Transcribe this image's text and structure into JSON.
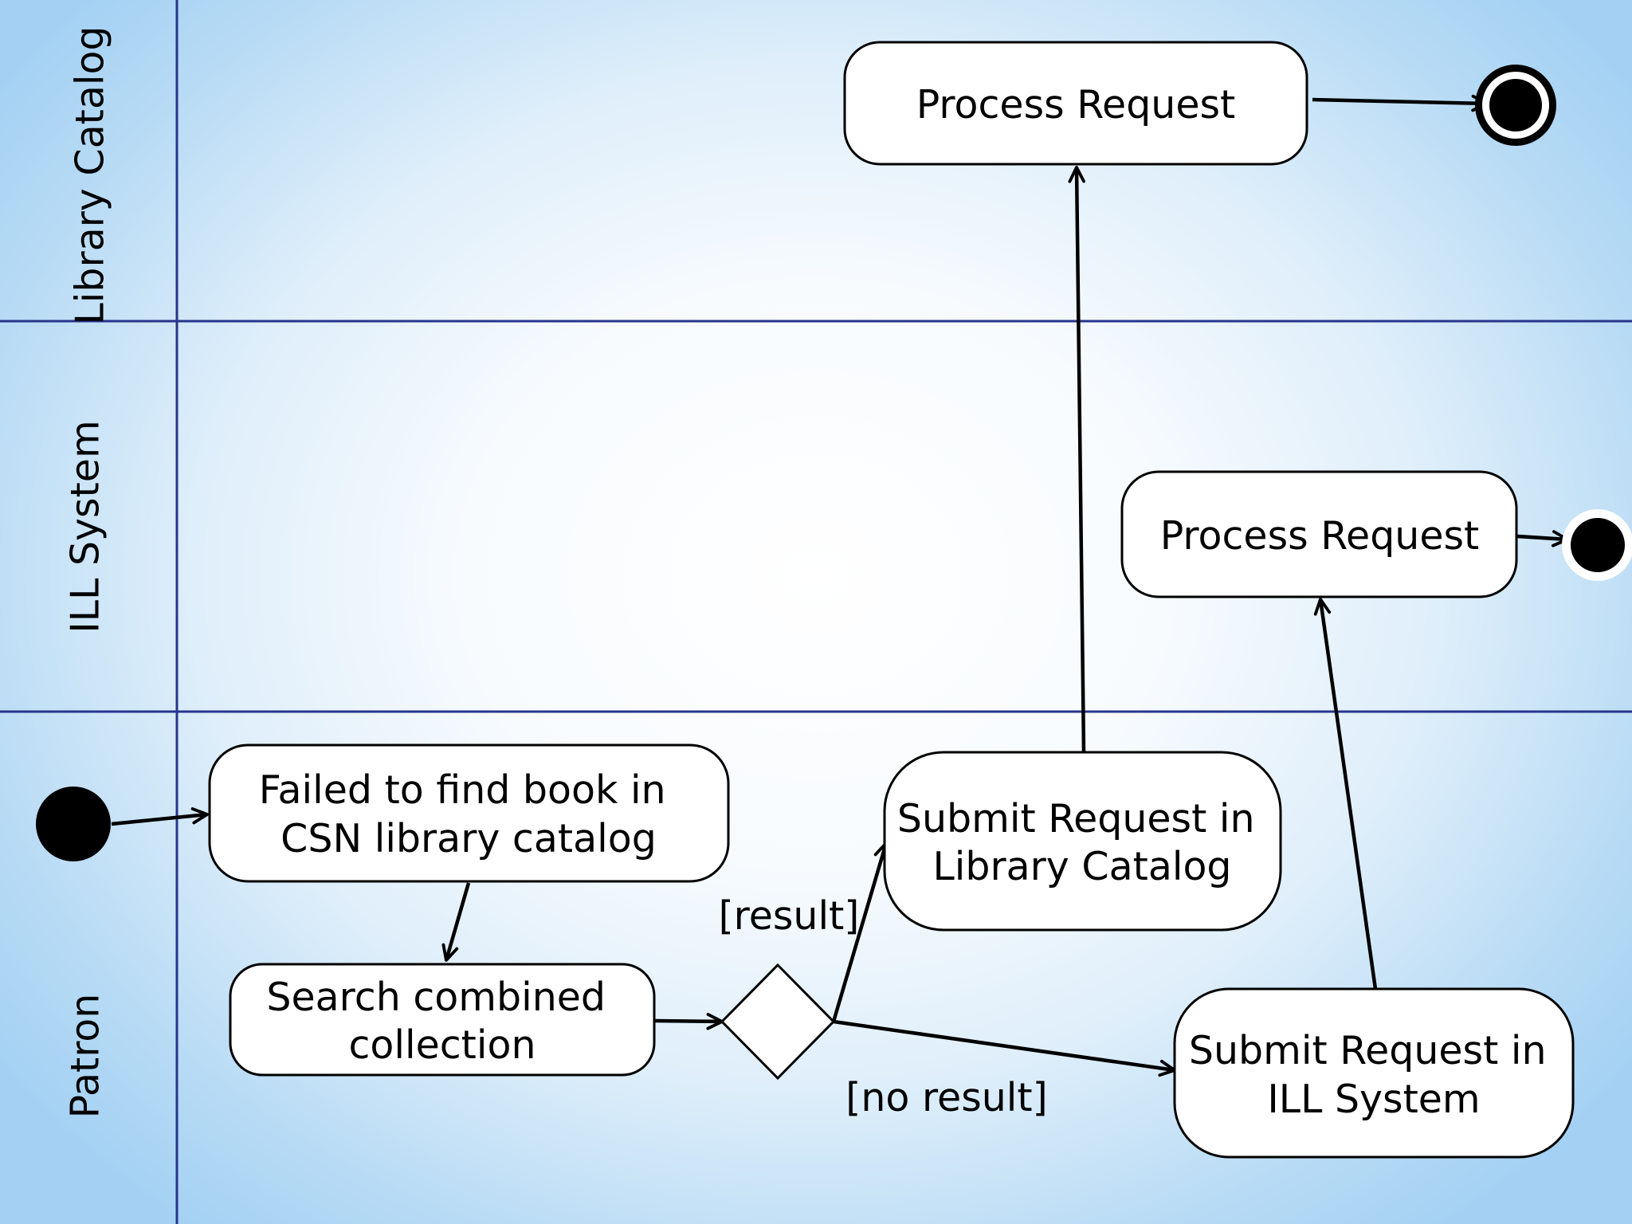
{
  "lanes": [
    {
      "label": "Library Catalog"
    },
    {
      "label": "ILL System"
    },
    {
      "label": "Patron"
    }
  ],
  "nodes": {
    "failed_to_find": {
      "lines": [
        "Failed to find book in",
        "CSN library catalog"
      ]
    },
    "search_combined": {
      "lines": [
        "Search combined",
        "collection"
      ]
    },
    "submit_library_catalog": {
      "lines": [
        "Submit Request in",
        "Library Catalog"
      ]
    },
    "submit_ill_system": {
      "lines": [
        "Submit Request in",
        "ILL System"
      ]
    },
    "process_request_catalog": {
      "lines": [
        "Process Request"
      ]
    },
    "process_request_ill": {
      "lines": [
        "Process Request"
      ]
    }
  },
  "guards": {
    "result": "[result]",
    "no_result": "[no result]"
  },
  "colors": {
    "lane_divider": "#27358c",
    "node_fill": "#ffffff",
    "stroke": "#000000",
    "background_center": "#ffffff",
    "background_edge": "#a4d1f3"
  }
}
